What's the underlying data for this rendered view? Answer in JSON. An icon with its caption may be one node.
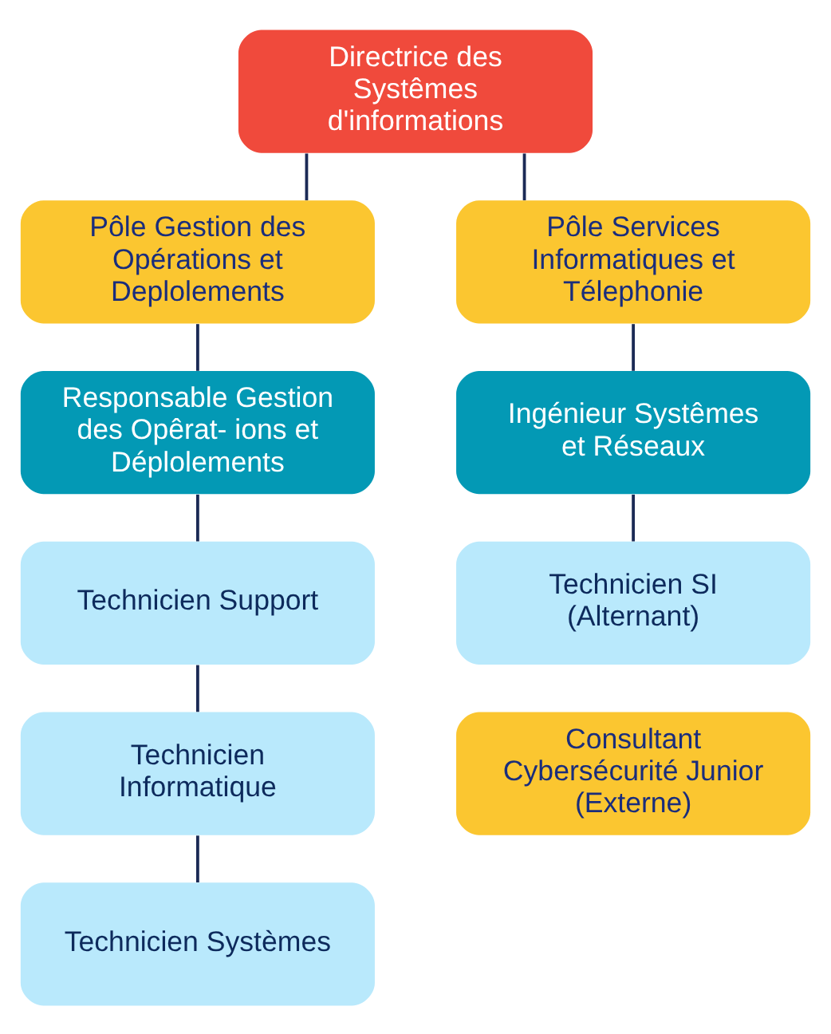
{
  "diagram": {
    "nodes": [
      {
        "text": [
          "Directrice des Systêmes d'informations"
        ]
      },
      {
        "text": [
          "Pôle Gestion des Opérations et Deplolements"
        ]
      },
      {
        "text": [
          "Pôle Services Informatiques et Télephonie"
        ]
      },
      {
        "text": [
          "Responsable Gestion des Opêrat- ions et Déplolements"
        ]
      },
      {
        "text": [
          "Ingénieur Systêmes et Réseaux"
        ]
      },
      {
        "text": [
          "Technicien Support"
        ]
      },
      {
        "text": [
          "Technicien SI (Alternant)"
        ]
      },
      {
        "text": [
          "Technicien Informatique"
        ]
      },
      {
        "text": [
          "Consultant Cybersécurité Junior (Externe)"
        ]
      },
      {
        "text": [
          "Technicien Systèmes"
        ]
      }
    ],
    "edges": [
      {
        "from": 0,
        "to": 1,
        "arrow": "none"
      },
      {
        "from": 0,
        "to": 2,
        "arrow": "none"
      },
      {
        "from": 1,
        "to": 3,
        "arrow": "none"
      },
      {
        "from": 2,
        "to": 4,
        "arrow": "none"
      },
      {
        "from": 3,
        "to": 5,
        "arrow": "none"
      },
      {
        "from": 4,
        "to": 6,
        "arrow": "none"
      },
      {
        "from": 5,
        "to": 7,
        "arrow": "none"
      },
      {
        "from": 7,
        "to": 9,
        "arrow": "none"
      }
    ]
  }
}
